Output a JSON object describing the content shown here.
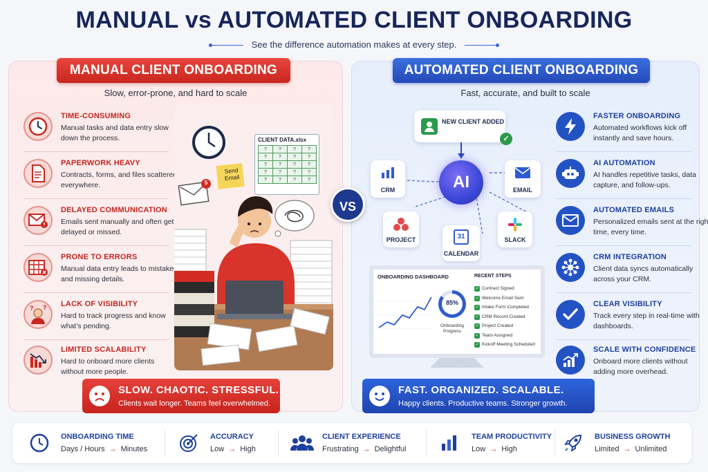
{
  "title": "MANUAL vs AUTOMATED CLIENT ONBOARDING",
  "subtitle": "See the difference automation makes at every step.",
  "vs_label": "VS",
  "manual": {
    "heading": "MANUAL CLIENT ONBOARDING",
    "tagline": "Slow, error-prone, and hard to scale",
    "items": [
      {
        "title": "TIME-CONSUMING",
        "desc": "Manual tasks and data entry slow down the process.",
        "icon": "clock-icon"
      },
      {
        "title": "PAPERWORK HEAVY",
        "desc": "Contracts, forms, and files scattered everywhere.",
        "icon": "document-icon"
      },
      {
        "title": "DELAYED COMMUNICATION",
        "desc": "Emails sent manually and often get delayed or missed.",
        "icon": "email-alert-icon"
      },
      {
        "title": "PRONE TO ERRORS",
        "desc": "Manual data entry leads to mistakes and missing details.",
        "icon": "calendar-error-icon"
      },
      {
        "title": "LACK OF VISIBILITY",
        "desc": "Hard to track progress and know what’s pending.",
        "icon": "confused-person-icon"
      },
      {
        "title": "LIMITED SCALABILITY",
        "desc": "Hard to onboard more clients without more people.",
        "icon": "declining-chart-icon"
      }
    ],
    "illustration": {
      "sheet_title": "CLIENT DATA.xlsx",
      "sheet_cell": "?",
      "sticky_note": "Send Email",
      "mail_badge": "5"
    },
    "banner": {
      "headline": "SLOW. CHAOTIC. STRESSFUL.",
      "subline": "Clients wait longer. Teams feel overwhelmed."
    }
  },
  "automated": {
    "heading": "AUTOMATED CLIENT ONBOARDING",
    "tagline": "Fast, accurate, and built to scale",
    "items": [
      {
        "title": "FASTER ONBOARDING",
        "desc": "Automated workflows kick off instantly and save hours.",
        "icon": "lightning-icon"
      },
      {
        "title": "AI AUTOMATION",
        "desc": "AI handles repetitive tasks, data capture, and follow-ups.",
        "icon": "robot-icon"
      },
      {
        "title": "AUTOMATED EMAILS",
        "desc": "Personalized emails sent at the right time, every time.",
        "icon": "envelope-icon"
      },
      {
        "title": "CRM INTEGRATION",
        "desc": "Client data syncs automatically across your CRM.",
        "icon": "network-icon"
      },
      {
        "title": "CLEAR VISIBILITY",
        "desc": "Track every step in real-time with dashboards.",
        "icon": "check-circle-icon"
      },
      {
        "title": "SCALE WITH CONFIDENCE",
        "desc": "Onboard more clients without adding more overhead.",
        "icon": "growth-chart-icon"
      }
    ],
    "diagram": {
      "new_client": "NEW CLIENT ADDED",
      "center": "AI",
      "nodes": {
        "crm": "CRM",
        "email": "EMAIL",
        "project": "PROJECT",
        "slack": "SLACK",
        "calendar": "CALENDAR",
        "calendar_day": "31"
      }
    },
    "dashboard": {
      "title": "ONBOARDING DASHBOARD",
      "progress_value": "85%",
      "progress_fraction": 0.85,
      "progress_label": "Onboarding Progress",
      "steps_title": "RECENT STEPS",
      "steps": [
        "Contract Signed",
        "Welcome Email Sent",
        "Intake Form Completed",
        "CRM Record Created",
        "Project Created",
        "Team Assigned",
        "Kickoff Meeting Scheduled"
      ]
    },
    "banner": {
      "headline": "FAST. ORGANIZED. SCALABLE.",
      "subline": "Happy clients. Productive teams. Stronger growth."
    }
  },
  "metrics": [
    {
      "title": "ONBOARDING TIME",
      "from": "Days / Hours",
      "to": "Minutes",
      "icon": "clock-icon"
    },
    {
      "title": "ACCURACY",
      "from": "Low",
      "to": "High",
      "icon": "target-icon"
    },
    {
      "title": "CLIENT EXPERIENCE",
      "from": "Frustrating",
      "to": "Delightful",
      "icon": "people-icon"
    },
    {
      "title": "TEAM PRODUCTIVITY",
      "from": "Low",
      "to": "High",
      "icon": "bar-chart-icon"
    },
    {
      "title": "BUSINESS GROWTH",
      "from": "Limited",
      "to": "Unlimited",
      "icon": "rocket-icon"
    }
  ],
  "metric_arrow": "→",
  "colors": {
    "manual_red": "#c9261f",
    "auto_blue": "#2449b8",
    "navy": "#17265a"
  }
}
